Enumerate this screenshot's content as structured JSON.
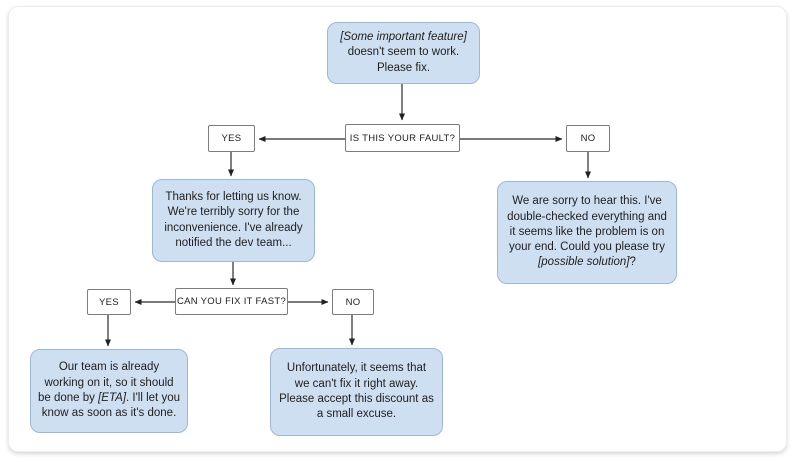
{
  "nodes": {
    "start": {
      "italic": "[Some important feature]",
      "post": " doesn't seem to work. Please fix."
    },
    "decision1": {
      "label": "IS THIS YOUR FAULT?"
    },
    "yes1": {
      "label": "YES"
    },
    "no1": {
      "label": "NO"
    },
    "thanks": {
      "text": "Thanks for letting us know. We're terribly sorry for the inconvenience. I've already notified the dev team..."
    },
    "sorry": {
      "pre": "We are sorry to hear this. I've double-checked everything and it seems like the problem is on your end. Could you please try ",
      "italic": "[possible solution]",
      "post": "?"
    },
    "decision2": {
      "label": "CAN YOU FIX IT FAST?"
    },
    "yes2": {
      "label": "YES"
    },
    "no2": {
      "label": "NO"
    },
    "eta": {
      "pre": "Our team is already working on it, so it should be done by ",
      "italic": "[ETA]",
      "post": ". I'll let you know as soon as it's done."
    },
    "discount": {
      "text": "Unfortunately, it seems that we can't fix it right away. Please accept this discount as a small excuse."
    }
  },
  "edges": [
    {
      "from": "start",
      "to": "decision1"
    },
    {
      "from": "decision1",
      "to": "yes1",
      "answer": "YES"
    },
    {
      "from": "decision1",
      "to": "no1",
      "answer": "NO"
    },
    {
      "from": "yes1",
      "to": "thanks"
    },
    {
      "from": "no1",
      "to": "sorry"
    },
    {
      "from": "thanks",
      "to": "decision2"
    },
    {
      "from": "decision2",
      "to": "yes2",
      "answer": "YES"
    },
    {
      "from": "decision2",
      "to": "no2",
      "answer": "NO"
    },
    {
      "from": "yes2",
      "to": "eta"
    },
    {
      "from": "no2",
      "to": "discount"
    }
  ],
  "colors": {
    "message_fill": "#cfdff2",
    "message_border": "#9db7d8",
    "decision_border": "#7d7d7d",
    "connector": "#2a2a2a",
    "card_border": "#ededed"
  }
}
